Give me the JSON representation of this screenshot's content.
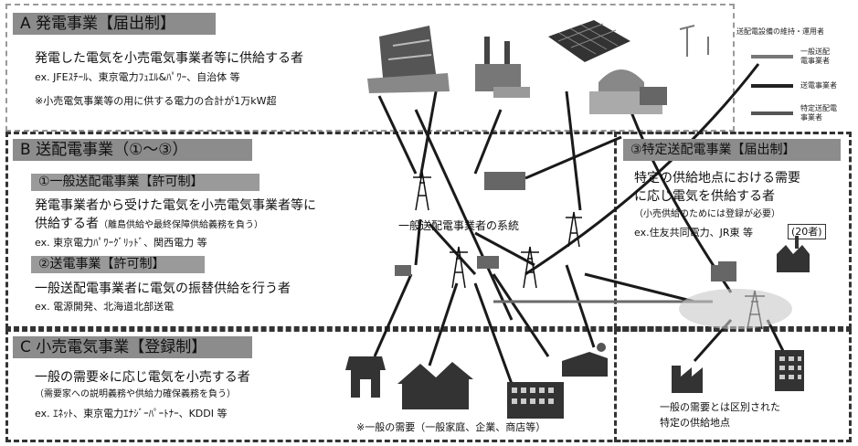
{
  "sectionA": {
    "title": "A 発電事業【届出制】",
    "line1": "発電した電気を小売電気事業者等に供給する者",
    "examples": "ex. JFEｽﾁｰﾙ、東京電力ﾌｭｴﾙ&ﾊﾟﾜｰ、自治体 等",
    "note": "※小売電気事業等の用に供する電力の合計が1万kW超"
  },
  "legend": {
    "title": "送配電設備の維持・運用者",
    "items": [
      {
        "label": "一般送配\n電事業者",
        "color": "#777777"
      },
      {
        "label": "送電事業者",
        "color": "#222222"
      },
      {
        "label": "特定送配電\n事業者",
        "color": "#555555"
      }
    ]
  },
  "sectionB": {
    "title": "B 送配電事業（①〜③）",
    "sub1_title": "①一般送配電事業【許可制】",
    "sub1_line1": "発電事業者から受けた電気を小売電気事業者等に",
    "sub1_line2": "供給する者",
    "sub1_line2_small": "（離島供給や最終保障供給義務を負う）",
    "sub1_examples": "ex. 東京電力ﾊﾟﾜｰｸﾞﾘｯﾄﾞ、関西電力 等",
    "sub2_title": "②送電事業【許可制】",
    "sub2_line1": "一般送配電事業者に電気の振替供給を行う者",
    "sub2_examples": "ex. 電源開発、北海道北部送電"
  },
  "grid_label": "一般送配電事業者の系統",
  "sectionB3": {
    "title": "③特定送配電事業【届出制】",
    "line1": "特定の供給地点における需要",
    "line2": "に応じ電気を供給する者",
    "line3": "（小売供給のためには登録が必要）",
    "examples": "ex.住友共同電力、JR東 等",
    "count": "(20者)"
  },
  "sectionC": {
    "title": "C 小売電気事業【登録制】",
    "line1": "一般の需要※に応じ電気を小売する者",
    "line2": "（需要家への説明義務や供給力確保義務を負う）",
    "examples": "ex. ｴﾈｯﾄ、東京電力ｴﾅｼﾞｰﾊﾟｰﾄﾅｰ、KDDI 等",
    "demand_note": "※一般の需要（一般家庭、企業、商店等）"
  },
  "special_area": {
    "line1": "一般の需要とは区別された",
    "line2": "特定の供給地点"
  },
  "colors": {
    "header_bg": "#8c8c8c",
    "dash": "#333333"
  },
  "icons": [
    "dam-icon",
    "solar-panel-icon",
    "factory-icon",
    "nuclear-plant-icon",
    "wind-turbine-icon",
    "transmission-tower-icon",
    "substation-icon",
    "shop-icon",
    "house-icon",
    "office-building-icon",
    "warehouse-icon",
    "tall-building-icon"
  ]
}
